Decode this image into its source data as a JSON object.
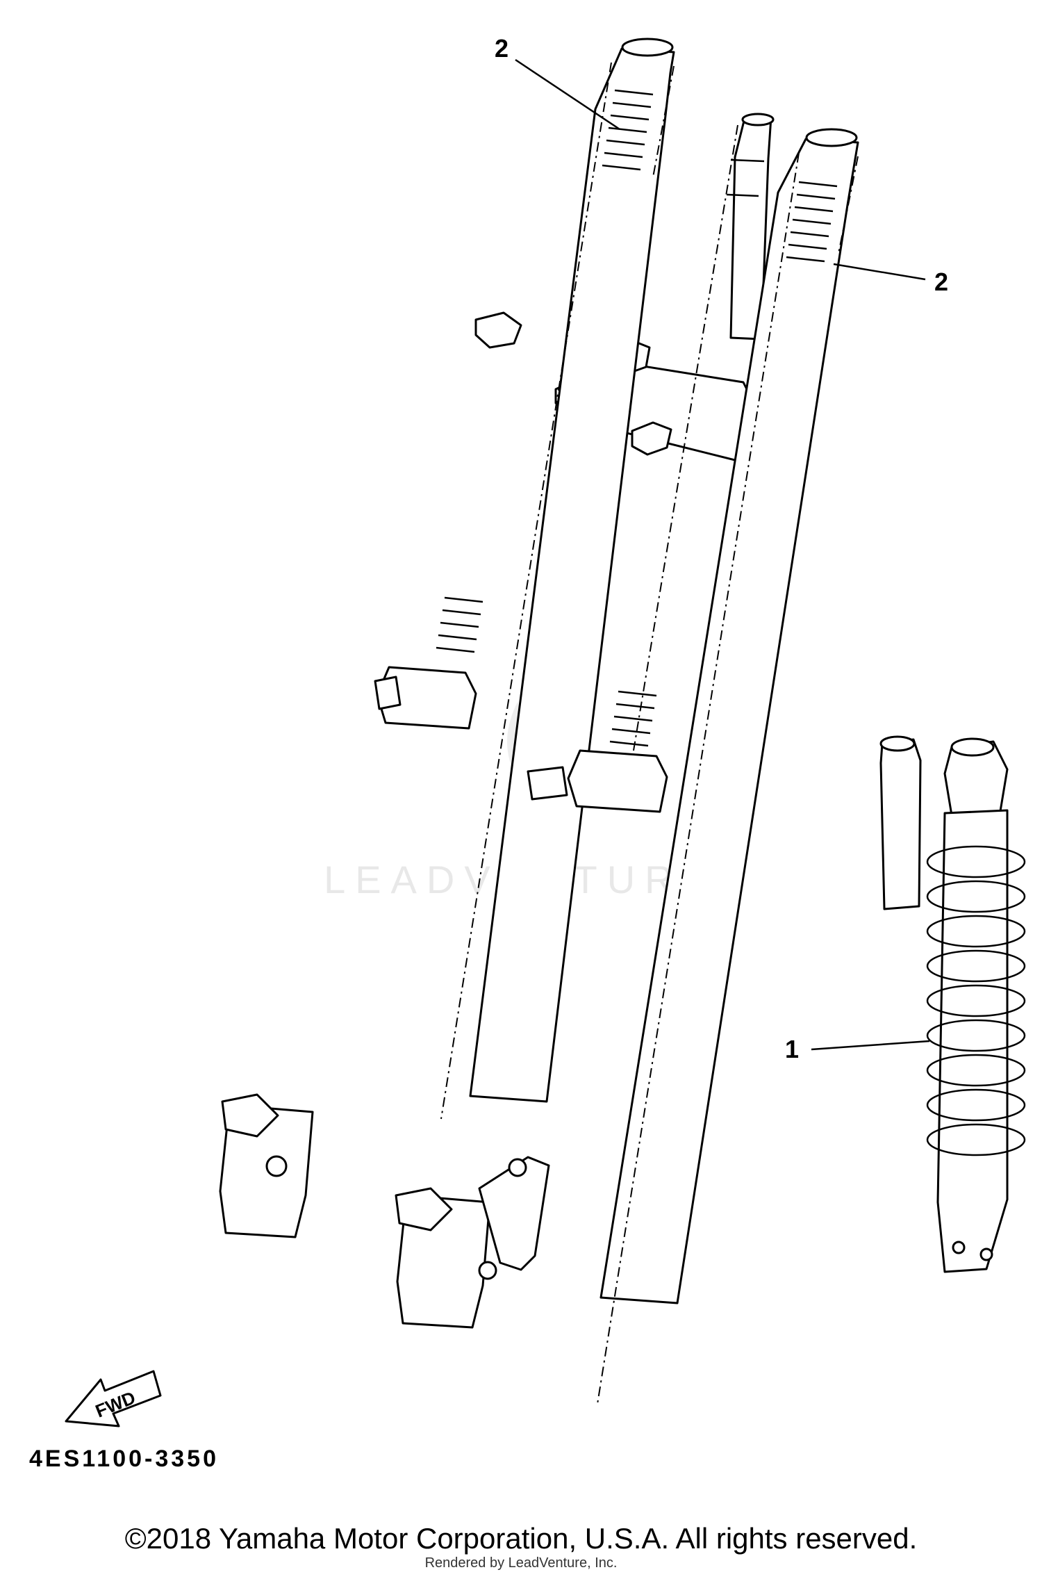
{
  "callouts": [
    {
      "id": "callout-2-top",
      "text": "2"
    },
    {
      "id": "callout-2-right",
      "text": "2"
    },
    {
      "id": "callout-1",
      "text": "1"
    }
  ],
  "fwd_label": "FWD",
  "diagram_code": "4ES1100-3350",
  "copyright": "©2018 Yamaha Motor Corporation, U.S.A. All rights reserved.",
  "rendered_by": "Rendered by LeadVenture, Inc.",
  "watermark": "LEADVENTURE"
}
